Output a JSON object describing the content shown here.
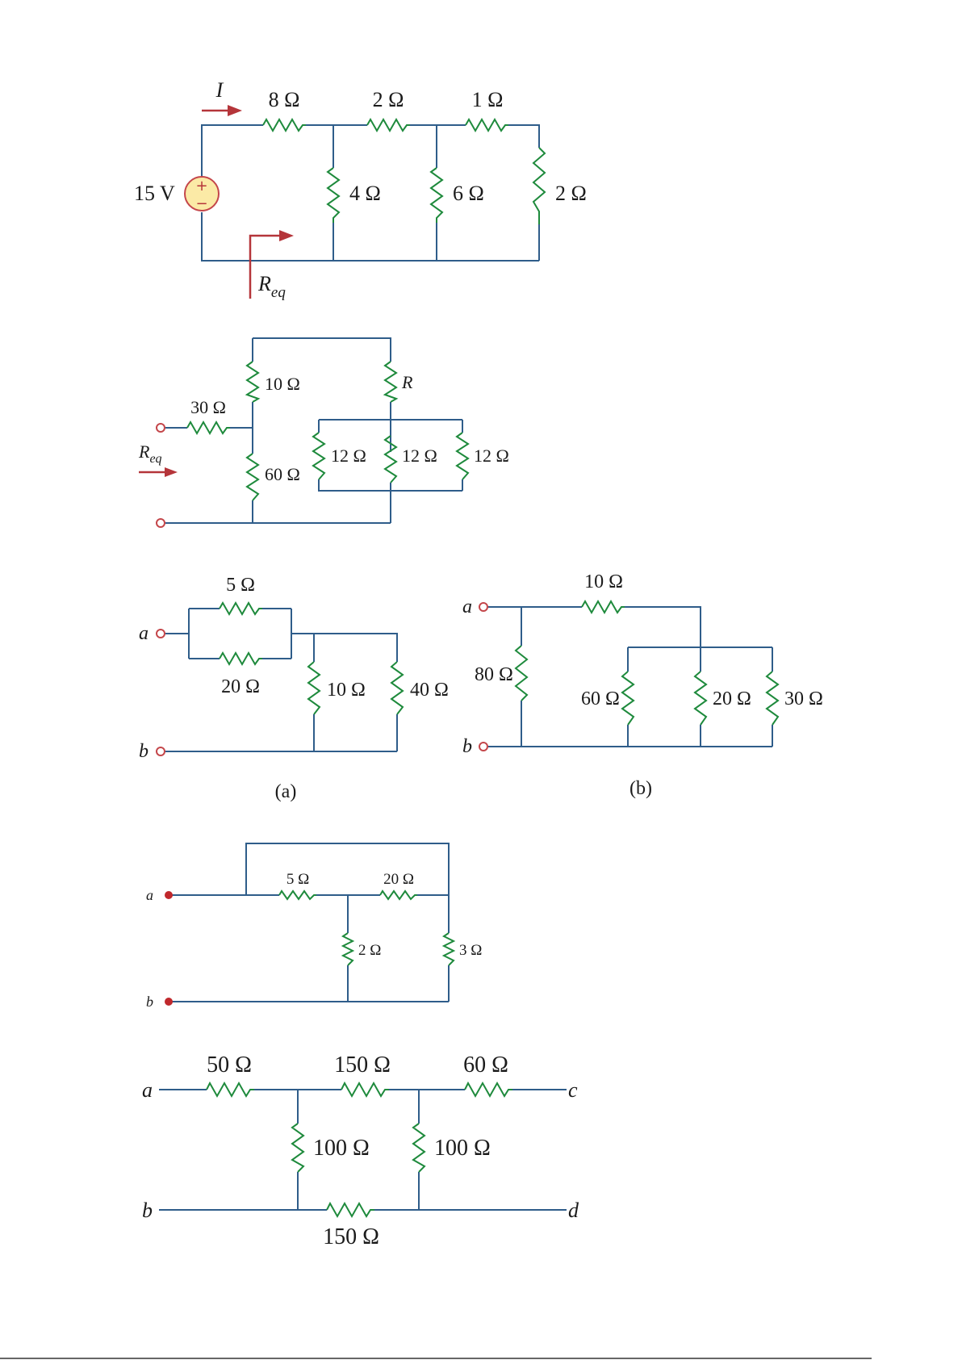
{
  "colors": {
    "wire": "#2f5d8a",
    "resistor": "#1e8a3c",
    "arrow": "#b5353a",
    "source_fill": "#fbeaa6",
    "terminal": "#c4464a"
  },
  "circuits": {
    "c1": {
      "current": "I",
      "source": "15 V",
      "source_plus": "+",
      "source_minus": "−",
      "r_series1": "8 Ω",
      "r_series2": "2 Ω",
      "r_series3": "1 Ω",
      "r_shunt1": "4 Ω",
      "r_shunt2": "6 Ω",
      "r_shunt3": "2 Ω",
      "req_main": "R",
      "req_sub": "eq"
    },
    "c2": {
      "r_input": "30 Ω",
      "r_top_left": "10 Ω",
      "r_top_right": "R",
      "r_bottom_left": "60 Ω",
      "r_p1": "12 Ω",
      "r_p2": "12 Ω",
      "r_p3": "12 Ω",
      "req_main": "R",
      "req_sub": "eq"
    },
    "c3a": {
      "term_a": "a",
      "term_b": "b",
      "r_top": "5 Ω",
      "r_bottom": "20 Ω",
      "r_shunt1": "10 Ω",
      "r_shunt2": "40 Ω",
      "caption": "(a)"
    },
    "c3b": {
      "term_a": "a",
      "term_b": "b",
      "r_series": "10 Ω",
      "r_shunt": "80 Ω",
      "r_p1": "60 Ω",
      "r_p2": "20 Ω",
      "r_p3": "30 Ω",
      "caption": "(b)"
    },
    "c4": {
      "term_a": "a",
      "term_b": "b",
      "r_top1": "5 Ω",
      "r_top2": "20 Ω",
      "r_shunt1": "2 Ω",
      "r_shunt2": "3 Ω"
    },
    "c5": {
      "term_a": "a",
      "term_b": "b",
      "term_c": "c",
      "term_d": "d",
      "r_top1": "50 Ω",
      "r_top2": "150 Ω",
      "r_top3": "60 Ω",
      "r_shunt1": "100 Ω",
      "r_shunt2": "100 Ω",
      "r_bottom": "150 Ω"
    }
  }
}
